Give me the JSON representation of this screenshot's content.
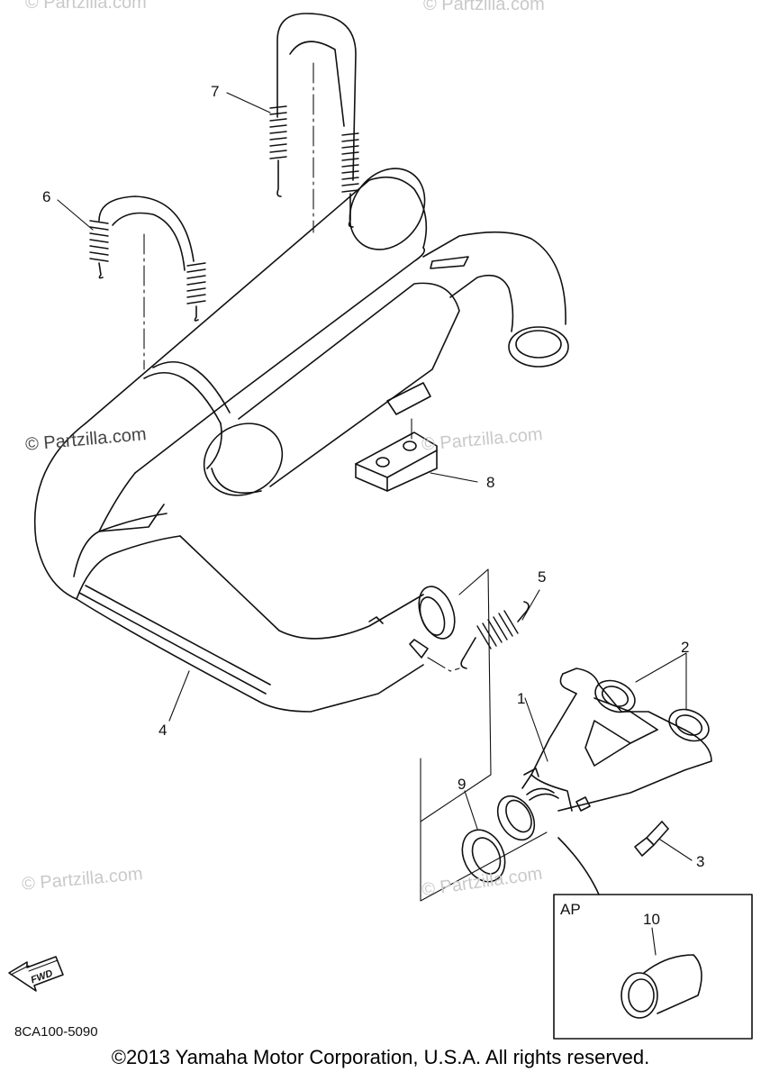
{
  "watermarks": [
    "© Partzilla.com",
    "© Partzilla.com",
    "© Partzilla.com",
    "© Partzilla.com",
    "© Partzilla.com",
    "© Partzilla.com"
  ],
  "callouts": [
    "1",
    "2",
    "3",
    "4",
    "5",
    "6",
    "7",
    "8",
    "9",
    "10"
  ],
  "inset_label": "AP",
  "fwd_label": "FWD",
  "diagram_code": "8CA100-5090",
  "copyright": "©2013 Yamaha Motor Corporation, U.S.A. All rights reserved."
}
